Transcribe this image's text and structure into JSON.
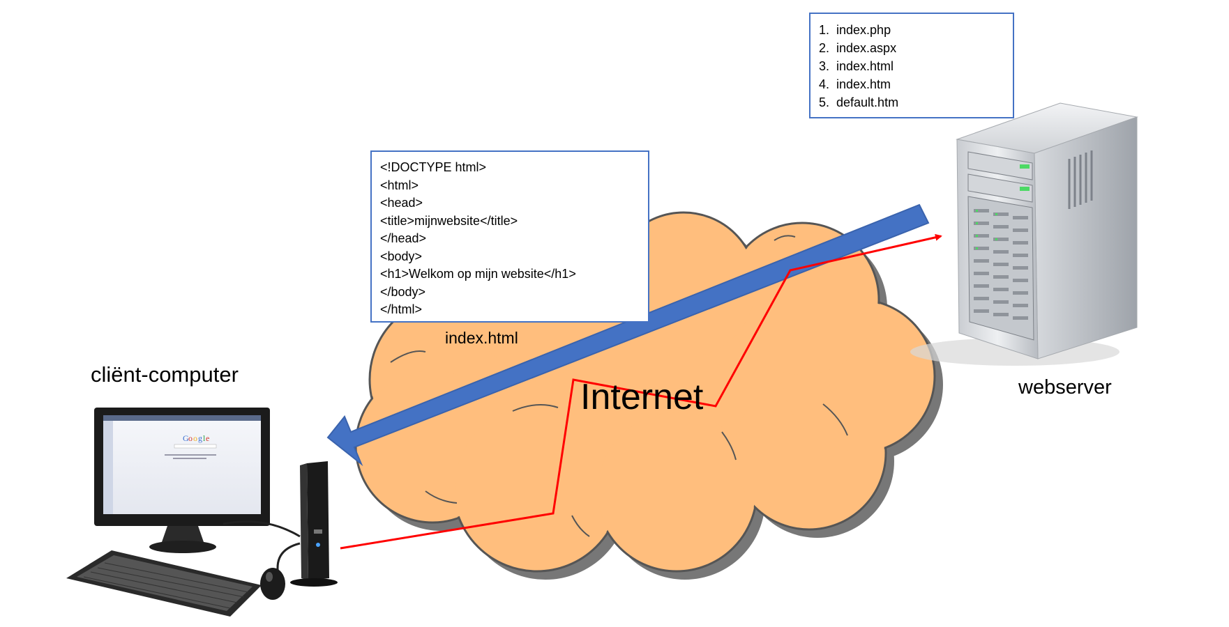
{
  "labels": {
    "client": "cliënt-computer",
    "server": "webserver",
    "file": "index.html",
    "internet": "Internet"
  },
  "code_lines": [
    "<!DOCTYPE html>",
    "<html>",
    "<head>",
    "<title>mijnwebsite</title>",
    "</head>",
    "<body>",
    "<h1>Welkom op mijn website</h1>",
    "</body>",
    "</html>"
  ],
  "default_files": [
    "1.  index.php",
    "2.  index.aspx",
    "3.  index.html",
    "4.  index.htm",
    "5.  default.htm"
  ],
  "colors": {
    "cloud_fill": "#ffbe7d",
    "cloud_stroke": "#555555",
    "response_arrow": "#4472c4",
    "request_path": "#ff0000",
    "box_border": "#4472c4"
  }
}
